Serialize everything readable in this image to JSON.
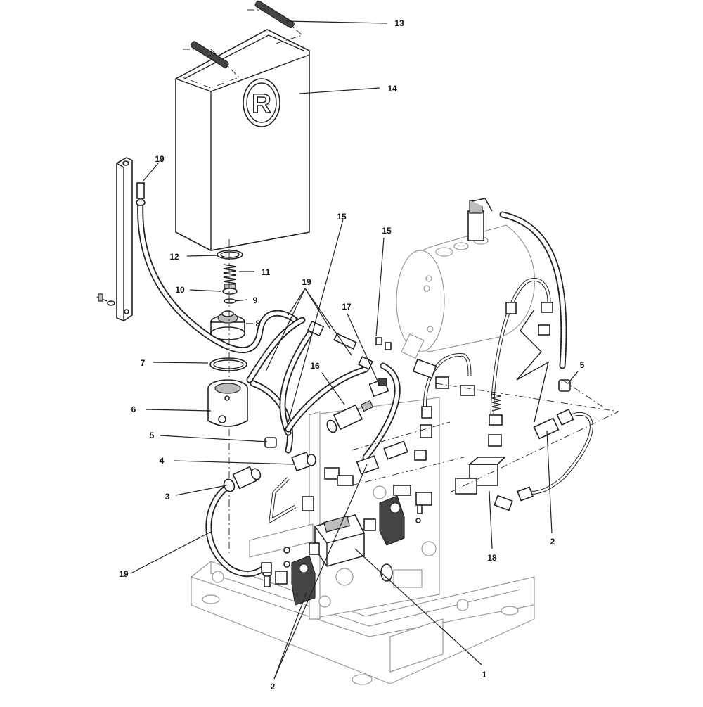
{
  "diagram": {
    "logo_letter": "R",
    "labels": [
      {
        "id": "label-13",
        "text": "13"
      },
      {
        "id": "label-14",
        "text": "14"
      },
      {
        "id": "label-19-top",
        "text": "19"
      },
      {
        "id": "label-15-left",
        "text": "15"
      },
      {
        "id": "label-15-right",
        "text": "15"
      },
      {
        "id": "label-12",
        "text": "12"
      },
      {
        "id": "label-11",
        "text": "11"
      },
      {
        "id": "label-10",
        "text": "10"
      },
      {
        "id": "label-9",
        "text": "9"
      },
      {
        "id": "label-19-mid",
        "text": "19"
      },
      {
        "id": "label-17",
        "text": "17"
      },
      {
        "id": "label-8",
        "text": "8"
      },
      {
        "id": "label-7",
        "text": "7"
      },
      {
        "id": "label-16",
        "text": "16"
      },
      {
        "id": "label-5-right",
        "text": "5"
      },
      {
        "id": "label-6",
        "text": "6"
      },
      {
        "id": "label-5-left",
        "text": "5"
      },
      {
        "id": "label-4",
        "text": "4"
      },
      {
        "id": "label-3",
        "text": "3"
      },
      {
        "id": "label-2-right",
        "text": "2"
      },
      {
        "id": "label-18",
        "text": "18"
      },
      {
        "id": "label-19-bottom",
        "text": "19"
      },
      {
        "id": "label-1",
        "text": "1"
      },
      {
        "id": "label-2-bottom",
        "text": "2"
      }
    ]
  }
}
